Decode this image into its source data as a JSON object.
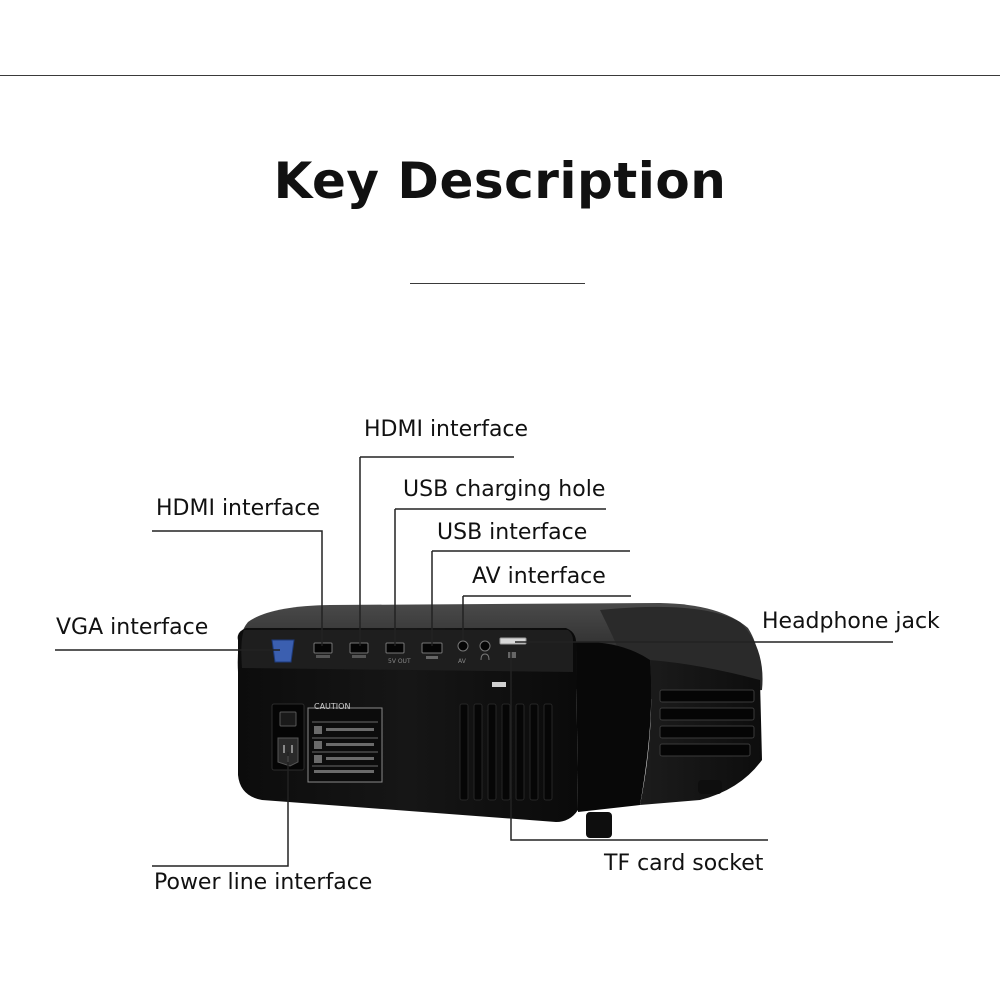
{
  "title": "Key Description",
  "labels": {
    "hdmi_top": "HDMI interface",
    "usb_charging": "USB charging hole",
    "hdmi_left": "HDMI interface",
    "usb_interface": "USB interface",
    "av_interface": "AV interface",
    "vga_interface": "VGA interface",
    "headphone_jack": "Headphone jack",
    "power_line": "Power line interface",
    "tf_card": "TF card socket"
  },
  "device_markings": {
    "caution": "CAUTION",
    "port_5v_out": "5V OUT",
    "port_av": "AV"
  },
  "colors": {
    "body": "#101010",
    "vga_port": "#3b5fb0",
    "leader_line": "#222222"
  }
}
